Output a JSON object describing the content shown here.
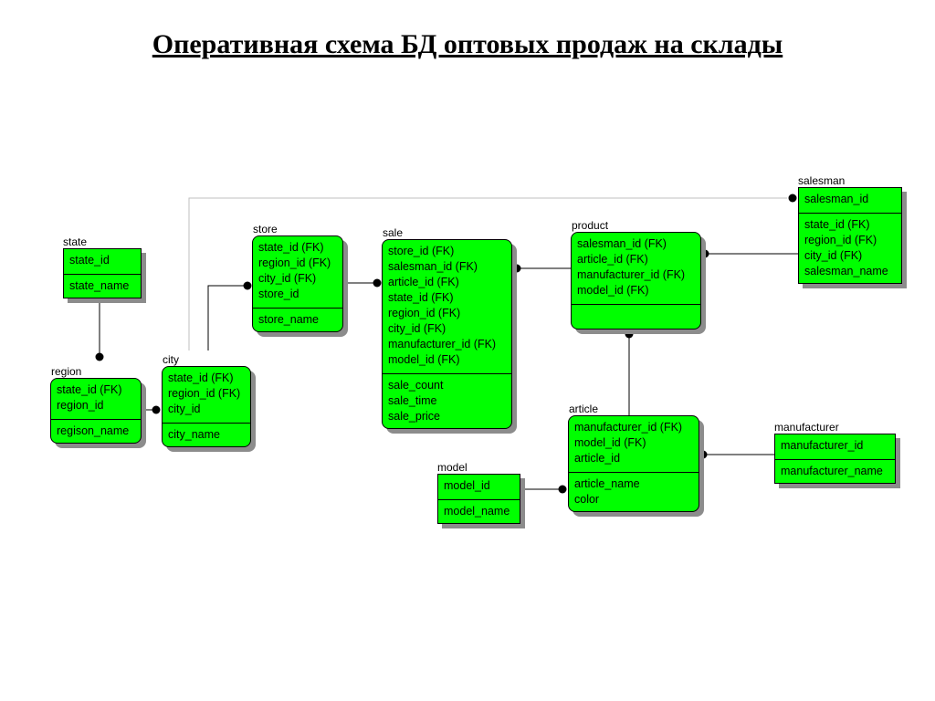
{
  "title": "Оперативная схема БД оптовых продаж на склады",
  "entities": {
    "state": {
      "name": "state",
      "keys": [
        "state_id"
      ],
      "attrs": [
        "state_name"
      ]
    },
    "region": {
      "name": "region",
      "keys": [
        "state_id (FK)",
        "region_id"
      ],
      "attrs": [
        "regison_name"
      ]
    },
    "city": {
      "name": "city",
      "keys": [
        "state_id (FK)",
        "region_id (FK)",
        "city_id"
      ],
      "attrs": [
        "city_name"
      ]
    },
    "store": {
      "name": "store",
      "keys": [
        "state_id (FK)",
        "region_id (FK)",
        "city_id (FK)",
        "store_id"
      ],
      "attrs": [
        "store_name"
      ]
    },
    "sale": {
      "name": "sale",
      "keys": [
        "store_id (FK)",
        "salesman_id (FK)",
        "article_id (FK)",
        "state_id (FK)",
        "region_id (FK)",
        "city_id (FK)",
        "manufacturer_id (FK)",
        "model_id (FK)"
      ],
      "attrs": [
        "sale_count",
        "sale_time",
        "sale_price"
      ]
    },
    "product": {
      "name": "product",
      "keys": [
        "salesman_id (FK)",
        "article_id (FK)",
        "manufacturer_id (FK)",
        "model_id (FK)"
      ],
      "attrs": []
    },
    "salesman": {
      "name": "salesman",
      "keys": [
        "salesman_id"
      ],
      "attrs": [
        "state_id (FK)",
        "region_id (FK)",
        "city_id (FK)",
        "salesman_name"
      ]
    },
    "article": {
      "name": "article",
      "keys": [
        "manufacturer_id (FK)",
        "model_id (FK)",
        "article_id"
      ],
      "attrs": [
        "article_name",
        "color"
      ]
    },
    "model": {
      "name": "model",
      "keys": [
        "model_id"
      ],
      "attrs": [
        "model_name"
      ]
    },
    "manufacturer": {
      "name": "manufacturer",
      "keys": [
        "manufacturer_id"
      ],
      "attrs": [
        "manufacturer_name"
      ]
    }
  },
  "colors": {
    "entity_fill": "#00ff00",
    "shadow": "#8c8c8c",
    "line": "#000000",
    "gray_line": "#bfbfbf"
  }
}
